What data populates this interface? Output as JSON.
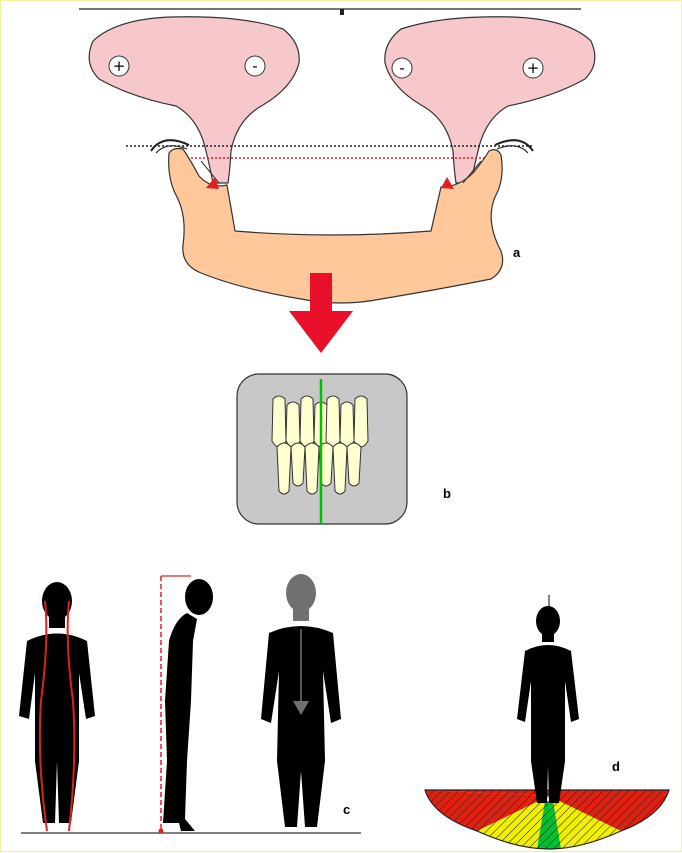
{
  "panels": {
    "a": {
      "label": "a"
    },
    "b": {
      "label": "b"
    },
    "c": {
      "label": "c"
    },
    "d": {
      "label": "d"
    }
  },
  "muscles": {
    "left": {
      "sign_outer": "+",
      "sign_inner": "-"
    },
    "right": {
      "sign_inner": "-",
      "sign_outer": "+"
    }
  },
  "colors": {
    "muscle": "#f6c8cc",
    "mandible": "#ffc89a",
    "arrow": "#e8102a",
    "tooth": "#ffffd0",
    "occlusion_box": "#c8c8c8",
    "midline": "#00c000",
    "silhouette": "#000000",
    "fan_outer": "#e02010",
    "fan_middle": "#f0f000",
    "fan_center": "#00c030"
  }
}
